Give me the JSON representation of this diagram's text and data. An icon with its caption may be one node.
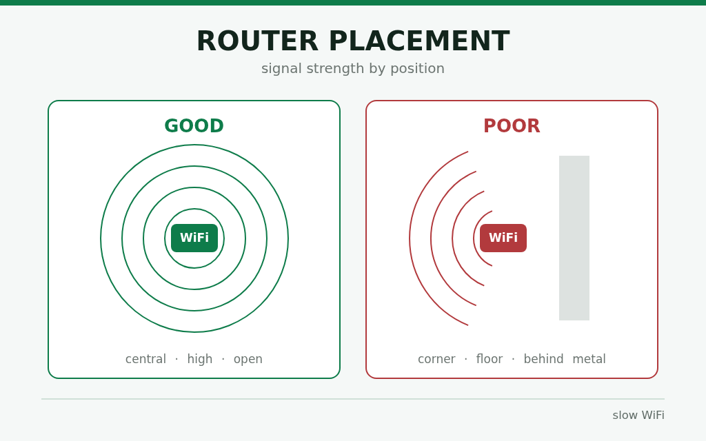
{
  "diagram": {
    "title": "ROUTER PLACEMENT",
    "nodes": [
      {
        "text": [
          "GOOD",
          "central · high · open"
        ]
      },
      {
        "text": [
          "WiFi"
        ],
        "in": 0
      },
      {
        "text": [
          "POOR",
          "corner · floor · behind metal"
        ]
      },
      {
        "text": [
          "WiFi"
        ],
        "in": 2
      },
      {
        "text": [],
        "shape": "bar",
        "in": 2
      }
    ],
    "labels": [
      "signal strength by position",
      "slow WiFi"
    ]
  }
}
